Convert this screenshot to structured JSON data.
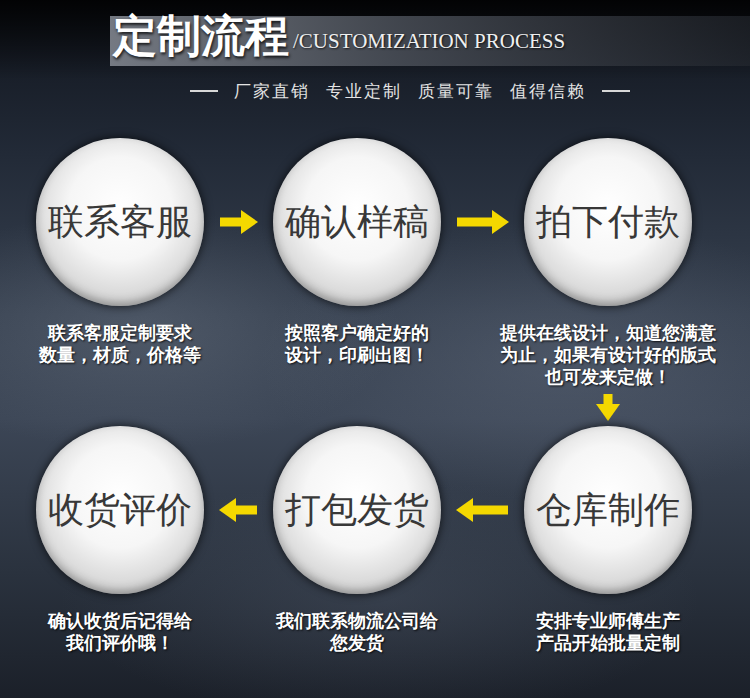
{
  "diagram": {
    "title": "定制流程",
    "nodes": [
      {
        "text": [
          "联系客服",
          "联系客服定制要求 数量，材质，价格等"
        ]
      },
      {
        "text": [
          "确认样稿",
          "按照客户确定好的 设计，印刷出图！"
        ]
      },
      {
        "text": [
          "拍下付款",
          "提供在线设计，知道您满意 为止，如果有设计好的版式 也可发来定做！"
        ]
      },
      {
        "text": [
          "仓库制作",
          "安排专业师傅生产 产品开始批量定制"
        ]
      },
      {
        "text": [
          "打包发货",
          "我们联系物流公司给 您发货"
        ]
      },
      {
        "text": [
          "收货评价",
          "确认收货后记得给 我们评价哦！"
        ]
      }
    ],
    "edges": [
      {
        "from": 0,
        "to": 1,
        "arrow": "to"
      },
      {
        "from": 1,
        "to": 2,
        "arrow": "to"
      },
      {
        "from": 2,
        "to": 3,
        "arrow": "to"
      },
      {
        "from": 3,
        "to": 4,
        "arrow": "to"
      },
      {
        "from": 4,
        "to": 5,
        "arrow": "to"
      }
    ],
    "labels": [
      "/CUSTOMIZATION PROCESS",
      "厂家直销",
      "专业定制",
      "质量可靠",
      "值得信赖"
    ]
  }
}
